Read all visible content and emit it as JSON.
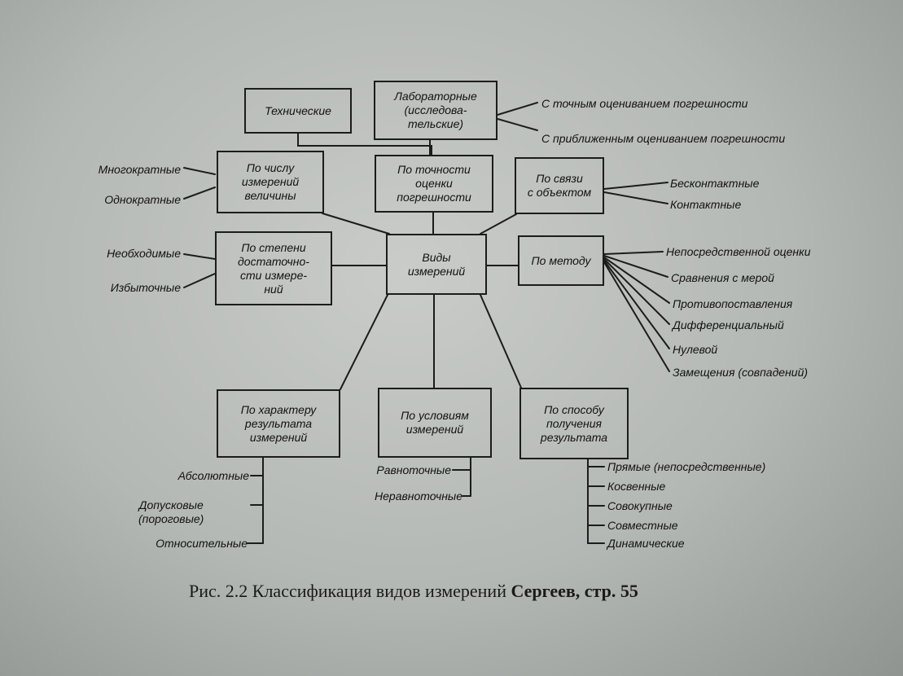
{
  "center": "Виды\nизмерений",
  "boxes": {
    "technical": "Технические",
    "laboratory": "Лабораторные\n(исследова-\nтельские)",
    "by_count": "По числу\nизмерений\nвеличины",
    "by_accuracy": "По точности\nоценки\nпогрешности",
    "by_connection": "По связи\nс объектом",
    "by_sufficiency": "По степени\nдостаточно-\nсти измере-\nний",
    "by_method": "По методу",
    "by_result_character": "По характеру\nрезультата\nизмерений",
    "by_conditions": "По условиям\nизмерений",
    "by_obtaining": "По способу\nполучения\nрезультата"
  },
  "labels": {
    "lab": [
      "С точным оцениванием погрешности",
      "С приближенным оцениванием погрешности"
    ],
    "count": [
      "Многократные",
      "Однократные"
    ],
    "connection": [
      "Бесконтактные",
      "Контактные"
    ],
    "sufficiency": [
      "Необходимые",
      "Избыточные"
    ],
    "method": [
      "Непосредственной оценки",
      "Сравнения с мерой",
      "Противопоставления",
      "Дифференциальный",
      "Нулевой",
      "Замещения (совпадений)"
    ],
    "result_character": [
      "Абсолютные",
      "Допусковые\n(пороговые)",
      "Относительные"
    ],
    "conditions": [
      "Равноточные",
      "Неравноточные"
    ],
    "obtaining": [
      "Прямые (непосредственные)",
      "Косвенные",
      "Совокупные",
      "Совместные",
      "Динамические"
    ]
  },
  "caption": {
    "prefix": "Рис. 2.2 Классификация видов измерений ",
    "bold": "Сергеев, стр. 55"
  }
}
